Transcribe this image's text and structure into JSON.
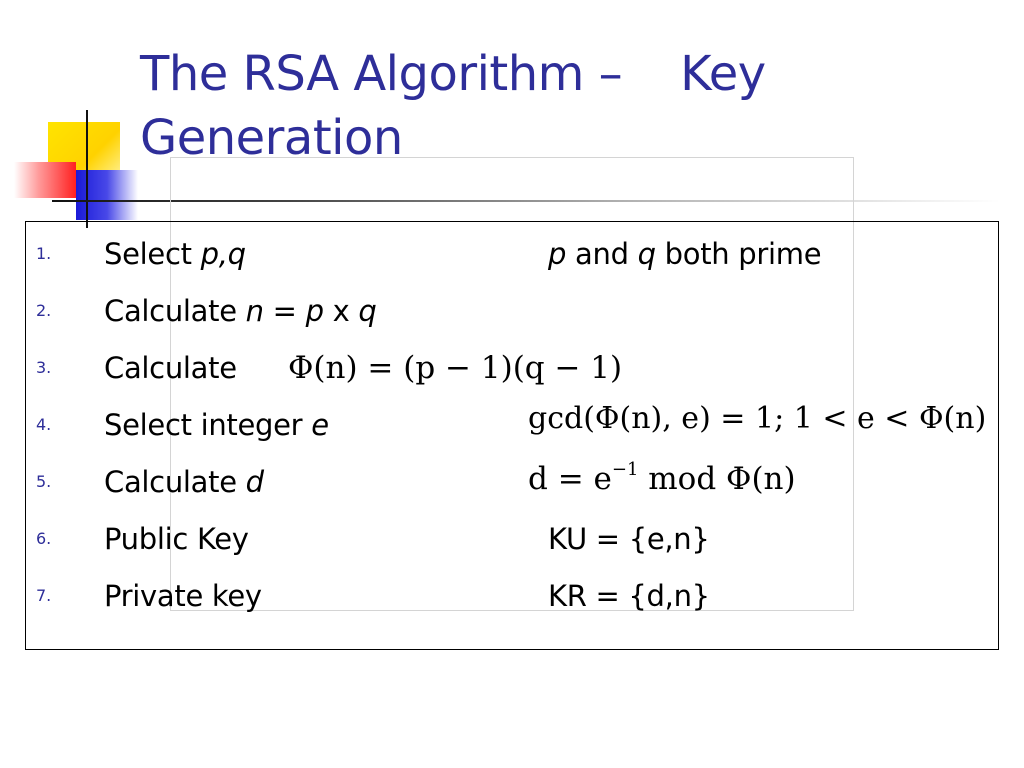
{
  "slide": {
    "title_line1a": "The RSA Algorithm –",
    "title_line1b": "Key",
    "title_line2": "Generation"
  },
  "steps": [
    {
      "num": "1.",
      "label": "Select ",
      "var": "p,q",
      "note_p": "p",
      "note_and": " and ",
      "note_q": "q",
      "note_rest": " both prime"
    },
    {
      "num": "2.",
      "label": "Calculate ",
      "n": "n",
      "eq": " = ",
      "p": "p",
      "x": " x ",
      "q": "q"
    },
    {
      "num": "3.",
      "label": "Calculate",
      "formula_main": "Φ(n) = (p − 1)(q − 1)"
    },
    {
      "num": "4.",
      "label": "Select integer ",
      "var": "e",
      "formula_main": "gcd(Φ(n), e) = 1; 1 < e < Φ(n)"
    },
    {
      "num": "5.",
      "label": "Calculate ",
      "var": "d",
      "formula_d": "d = e",
      "formula_exp": "−1",
      "formula_rest": " mod Φ(n)"
    },
    {
      "num": "6.",
      "label": "Public Key",
      "value": "KU = {e,n}"
    },
    {
      "num": "7.",
      "label": "Private key",
      "value": "KR = {d,n}"
    }
  ]
}
